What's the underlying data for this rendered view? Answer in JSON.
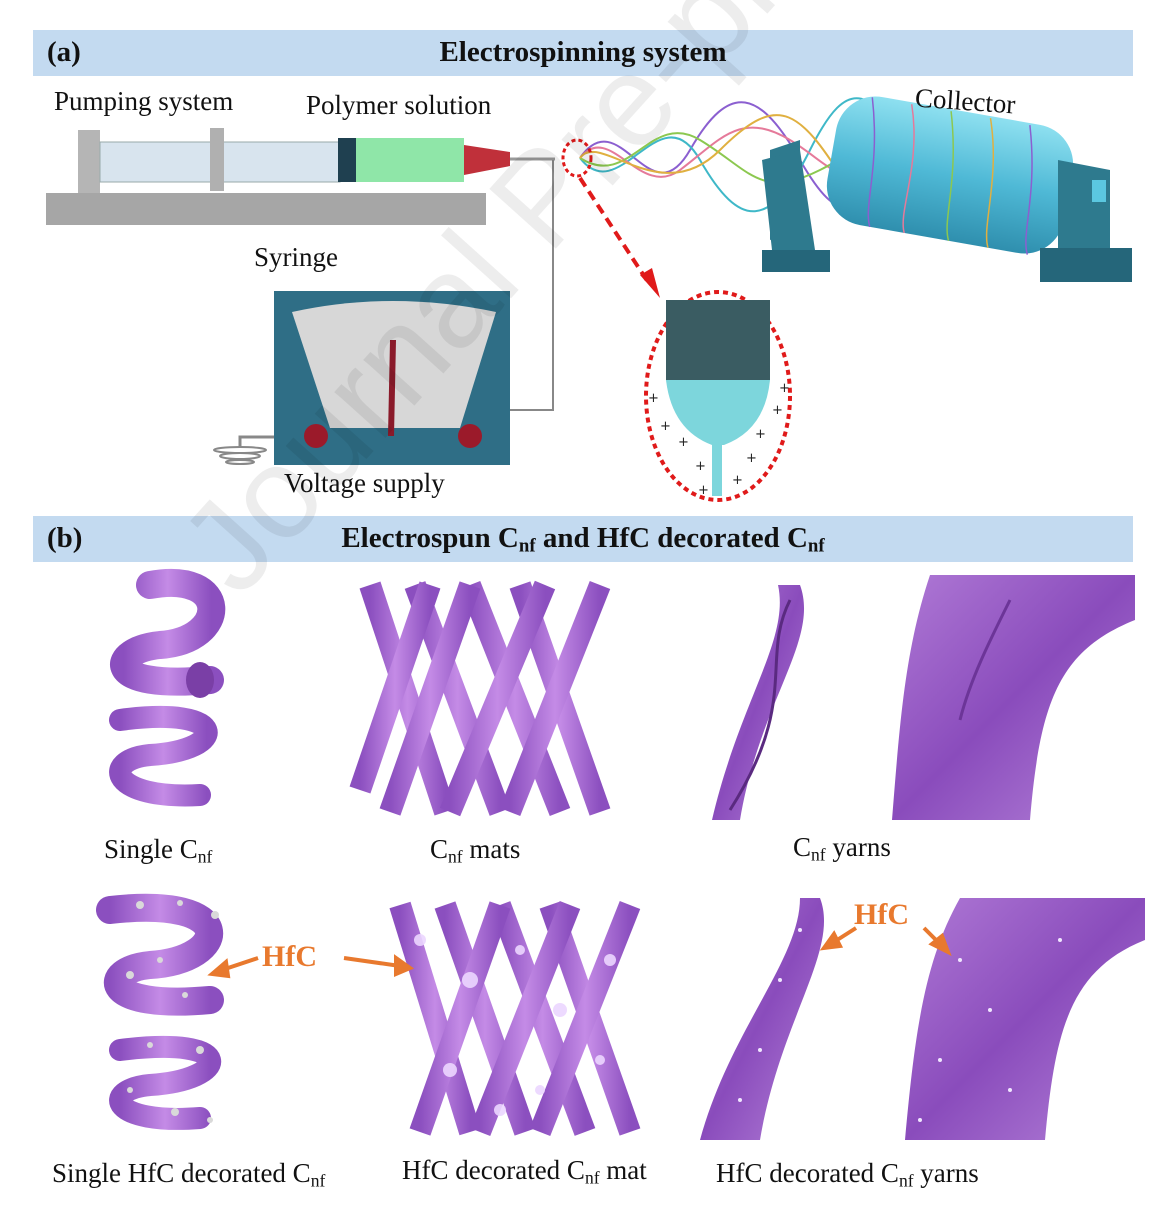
{
  "panel_a": {
    "letter": "(a)",
    "title": "Electrospinning system",
    "labels": {
      "pumping": "Pumping  system",
      "polymer": "Polymer  solution",
      "collector": "Collector",
      "syringe": "Syringe",
      "voltage": "Voltage supply"
    }
  },
  "panel_b": {
    "letter": "(b)",
    "title_main": "Electrospun C",
    "title_sub1": "nf",
    "title_mid": " and HfC decorated C",
    "title_sub2": "nf",
    "captions": {
      "single": {
        "pre": "Single  C",
        "sub": "nf",
        "post": ""
      },
      "mats": {
        "pre": "C",
        "sub": "nf",
        "post": " mats"
      },
      "yarns": {
        "pre": "C",
        "sub": "nf",
        "post": " yarns"
      },
      "single_hfc": {
        "pre": "Single  HfC  decorated  C",
        "sub": "nf",
        "post": ""
      },
      "mat_hfc": {
        "pre": "HfC  decorated  C",
        "sub": "nf",
        "post": " mat"
      },
      "yarns_hfc": {
        "pre": "HfC  decorated  C",
        "sub": "nf",
        "post": " yarns"
      }
    },
    "hfc_label": "HfC"
  },
  "watermark": "Journal Pre-proof",
  "colors": {
    "header": "#c3daf0",
    "fiber": "#a96bd0",
    "fiber_dark": "#7a3fa6",
    "hfc_arrow": "#e8792e",
    "stand": "#2e7a8e",
    "roller": "#5bc7e0",
    "meter_box": "#2f6e86",
    "needle_red": "#c0202a"
  }
}
